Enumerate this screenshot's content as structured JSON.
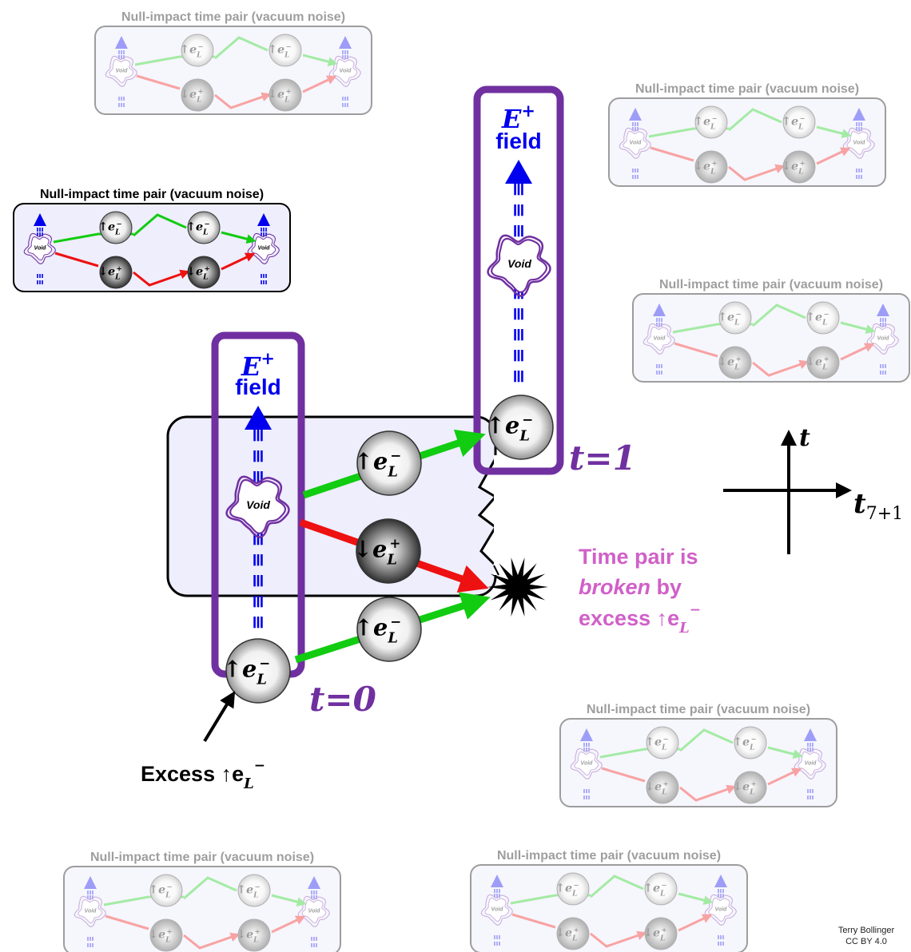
{
  "diagram": {
    "small_panel_title": "Null-impact time pair (vacuum noise)",
    "void_label": "Void",
    "particles": {
      "electron_up": {
        "arrow": "↑",
        "base": "e",
        "sub": "L",
        "sup": "−"
      },
      "positron_down": {
        "arrow": "↓",
        "base": "e",
        "sub": "L",
        "sup": "+"
      }
    },
    "field_label": {
      "symbol": "E",
      "sup": "+",
      "word": "field"
    },
    "time_labels": {
      "t0": "t=0",
      "t1": "t=1"
    },
    "broken_text": {
      "line1": "Time pair is",
      "line2_em": "broken",
      "line2_rest": " by",
      "line3": "excess ↑e"
    },
    "excess_label": "Excess ↑e",
    "axes": {
      "vertical": "t",
      "horizontal": "t",
      "horizontal_sub": "7+1"
    },
    "credit": {
      "line1": "Terry Bollinger",
      "line2": "CC BY 4.0"
    },
    "colors": {
      "field_blue": "#0000ee",
      "frame_purple": "#7030a0",
      "green_arrow": "#11cc11",
      "red_arrow": "#ee1111",
      "pink_text": "#d060c8",
      "panel_fill": "#eeeefc"
    }
  }
}
